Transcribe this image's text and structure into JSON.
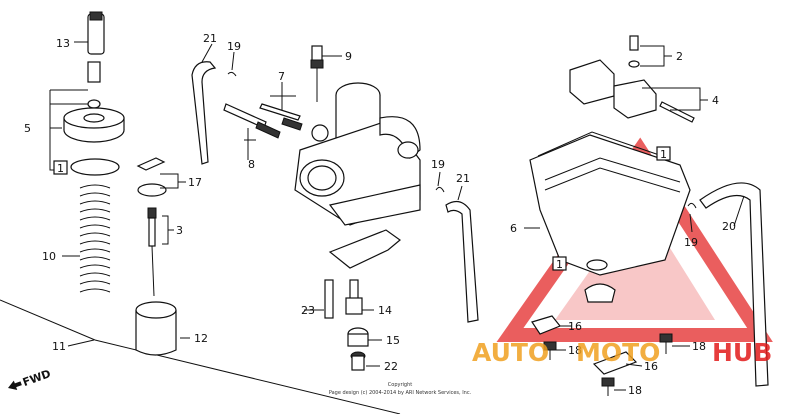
{
  "labels": {
    "l13": "13",
    "l21a": "21",
    "l19a": "19",
    "l9": "9",
    "l2": "2",
    "l7": "7",
    "l4": "4",
    "l5": "5",
    "l8": "8",
    "l1a": "1",
    "l1b": "1",
    "l1c": "1",
    "l17": "17",
    "l19b": "19",
    "l21b": "21",
    "l6": "6",
    "l19c": "19",
    "l20": "20",
    "l3": "3",
    "l10": "10",
    "l23": "23",
    "l14": "14",
    "l12": "12",
    "l15": "15",
    "l11": "11",
    "l22": "22",
    "l16a": "16",
    "l18a": "18",
    "l18b": "18",
    "l16b": "16",
    "l18c": "18"
  },
  "fwd": "FWD",
  "copyright_line1": "Copyright",
  "copyright_line2": "Page design (c) 2004-2014 by ARI Network Services, Inc.",
  "watermark": {
    "auto": "AUTO",
    "moto": "MOTO",
    "hub": "HUB"
  },
  "colors": {
    "watermark_red": "#e21b1b",
    "watermark_orange": "#f0a020",
    "ink": "#111111"
  }
}
